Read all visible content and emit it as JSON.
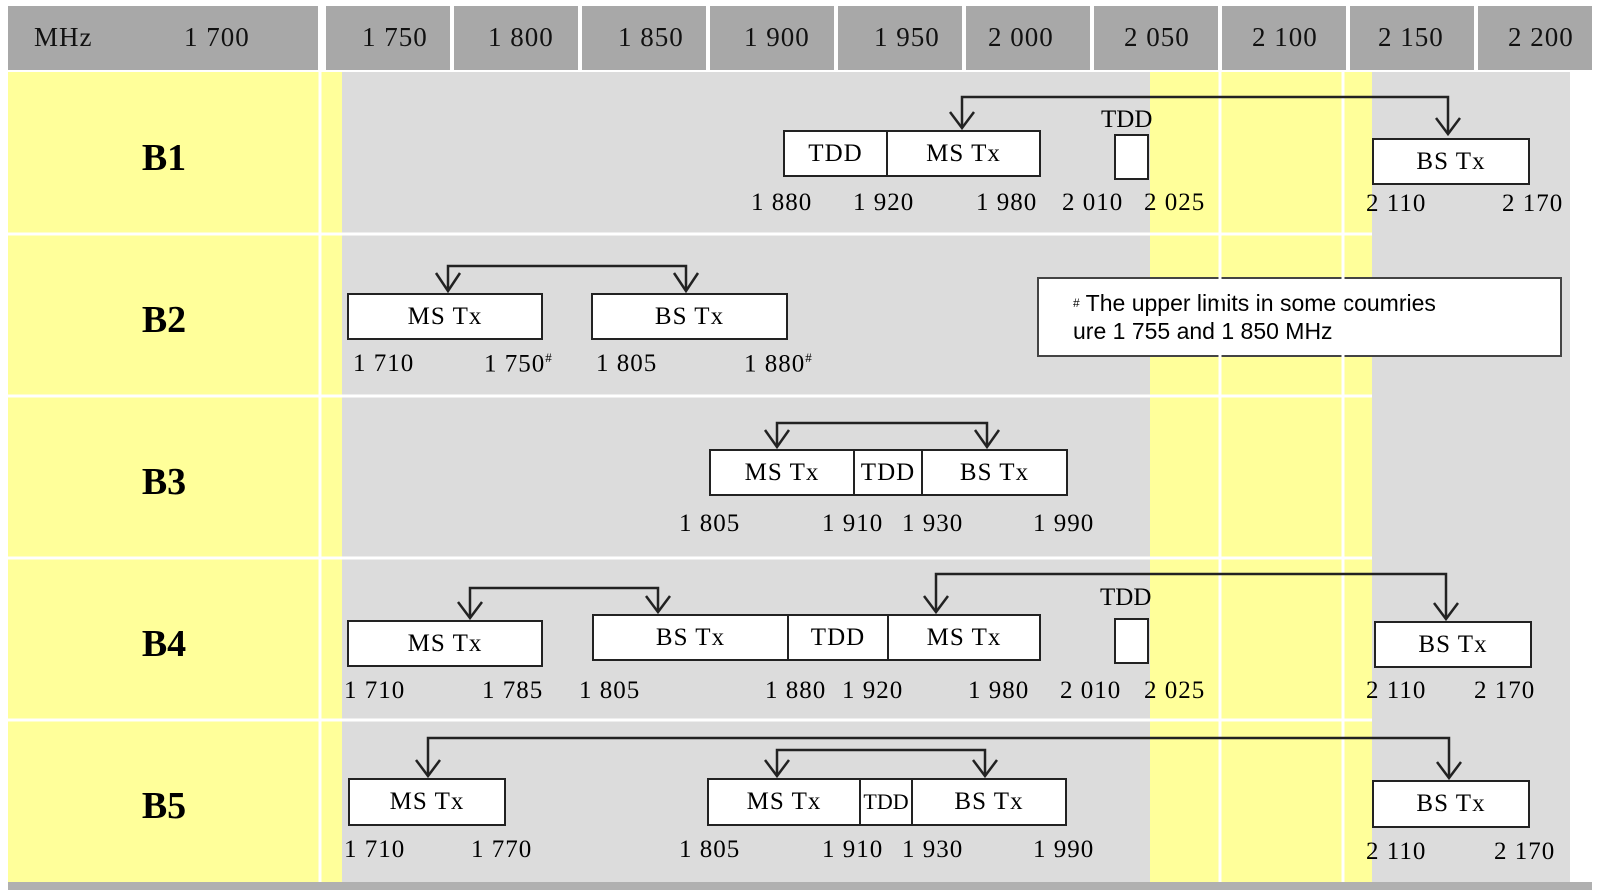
{
  "header": {
    "unit": "MHz",
    "ticks": [
      "1 700",
      "1 750",
      "1 800",
      "1 850",
      "1 900",
      "1 950",
      "2 000",
      "2 050",
      "2 100",
      "2 150",
      "2 200"
    ]
  },
  "bands": [
    {
      "label": "B1",
      "boxes": [
        "TDD",
        "MS Tx",
        "",
        "BS Tx"
      ],
      "freqs": [
        "1 880",
        "1 920",
        "1 980",
        "2 010",
        "2 025",
        "2 110",
        "2 170"
      ],
      "tdd_label": "TDD"
    },
    {
      "label": "B2",
      "boxes": [
        "MS Tx",
        "BS Tx"
      ],
      "freqs": [
        "1 710",
        "1 750",
        "1 805",
        "1 880"
      ],
      "footnote_mark": "#"
    },
    {
      "label": "B3",
      "boxes": [
        "MS Tx",
        "TDD",
        "BS Tx"
      ],
      "freqs": [
        "1 805",
        "1 910",
        "1 930",
        "1 990"
      ]
    },
    {
      "label": "B4",
      "boxes": [
        "MS Tx",
        "BS Tx",
        "TDD",
        "MS Tx",
        "",
        "BS Tx"
      ],
      "freqs": [
        "1 710",
        "1 785",
        "1 805",
        "1 880",
        "1 920",
        "1 980",
        "2 010",
        "2 025",
        "2 110",
        "2 170"
      ],
      "tdd_label": "TDD"
    },
    {
      "label": "B5",
      "boxes": [
        "MS Tx",
        "MS Tx",
        "TDD",
        "BS Tx",
        "BS Tx"
      ],
      "freqs": [
        "1 710",
        "1 770",
        "1 805",
        "1 910",
        "1 930",
        "1 990",
        "2 110",
        "2 170"
      ]
    }
  ],
  "note": {
    "mark": "#",
    "line1": "The upper limits in some coumries",
    "line2": "ure 1 755 and 1 850 MHz"
  },
  "colors": {
    "header": "#a8a8a8",
    "yellow": "#ffff9a",
    "grey": "#dcdcdc",
    "box_border": "#222222"
  }
}
